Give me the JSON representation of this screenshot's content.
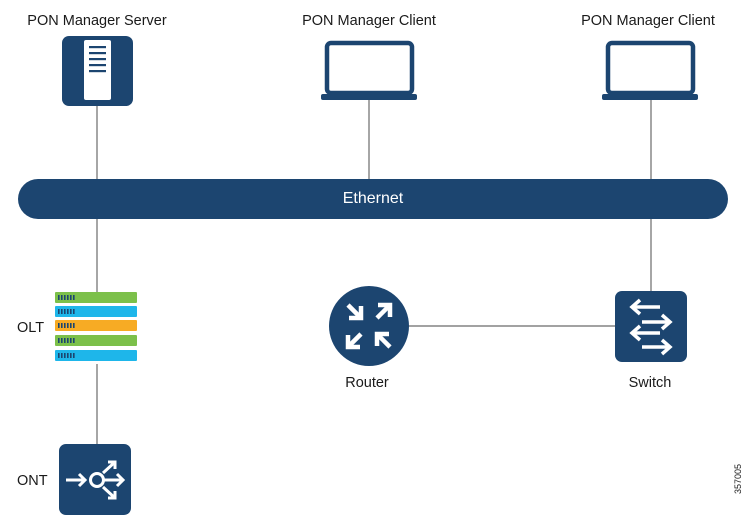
{
  "labels": {
    "server": "PON Manager Server",
    "client1": "PON Manager Client",
    "client2": "PON Manager Client",
    "ethernet": "Ethernet",
    "olt": "OLT",
    "router": "Router",
    "switch": "Switch",
    "ont": "ONT"
  },
  "figure_id": "357005",
  "colors": {
    "navy": "#1c4570",
    "line": "#6b6b6b",
    "olt_green": "#7cc04a",
    "olt_blue": "#1eb6ea",
    "olt_orange": "#f7ab24"
  },
  "icons": {
    "server": "server-tower-icon",
    "client": "laptop-icon",
    "router": "router-icon",
    "switch": "switch-arrows-icon",
    "olt": "olt-rack-icon",
    "ont": "ont-icon"
  }
}
